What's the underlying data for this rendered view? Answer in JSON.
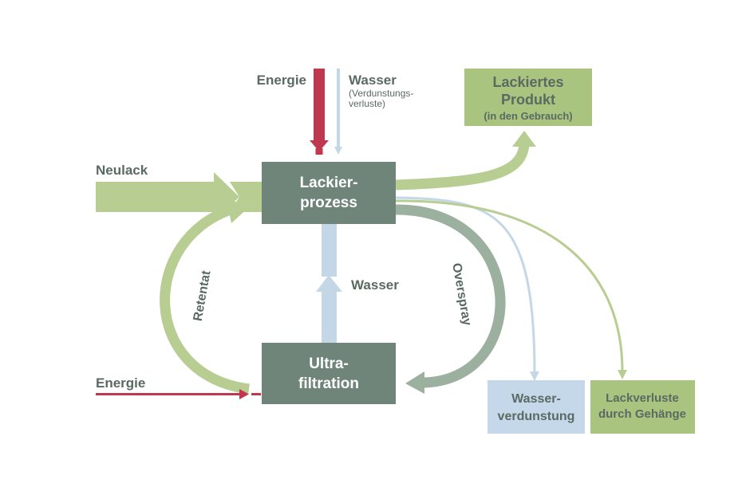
{
  "colors": {
    "green_light": "#b7cd92",
    "green_dark_box": "#6f857a",
    "overspray": "#9bb09f",
    "water_blue": "#c3d7e6",
    "energy_red": "#c0384f",
    "text_gray": "#5a6a63",
    "box_green": "#a9c47f",
    "box_blue": "#c4d8e9"
  },
  "nodes": {
    "lackierprozess": {
      "line1": "Lackier-",
      "line2": "prozess"
    },
    "ultrafiltration": {
      "line1": "Ultra-",
      "line2": "filtration"
    },
    "lackiertes_produkt": {
      "line1": "Lackiertes",
      "line2": "Produkt",
      "line3": "(in den Gebrauch)"
    },
    "wasserverdunstung": {
      "line1": "Wasser-",
      "line2": "verdunstung"
    },
    "lackverluste": {
      "line1": "Lackverluste",
      "line2": "durch Gehänge"
    }
  },
  "labels": {
    "energie_top": "Energie",
    "wasser_top": "Wasser",
    "wasser_top_sub1": "(Verdunstungs-",
    "wasser_top_sub2": "verluste)",
    "neulack": "Neulack",
    "retentat": "Retentat",
    "overspray": "Overspray",
    "wasser_mid": "Wasser",
    "energie_bottom": "Energie"
  }
}
